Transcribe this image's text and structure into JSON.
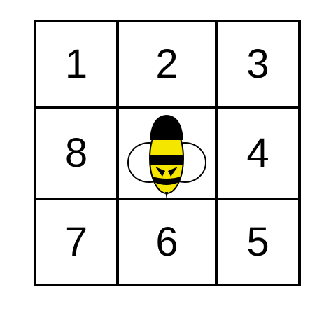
{
  "grid": {
    "cells": [
      {
        "position": "top-left",
        "label": "1"
      },
      {
        "position": "top-center",
        "label": "2"
      },
      {
        "position": "top-right",
        "label": "3"
      },
      {
        "position": "middle-right",
        "label": "4"
      },
      {
        "position": "bottom-right",
        "label": "5"
      },
      {
        "position": "bottom-center",
        "label": "6"
      },
      {
        "position": "bottom-left",
        "label": "7"
      },
      {
        "position": "middle-left",
        "label": "8"
      }
    ],
    "center": {
      "icon": "bee-icon"
    }
  },
  "colors": {
    "line": "#000000",
    "bee_yellow": "#f5e600",
    "bee_black": "#000000",
    "background": "#ffffff"
  }
}
